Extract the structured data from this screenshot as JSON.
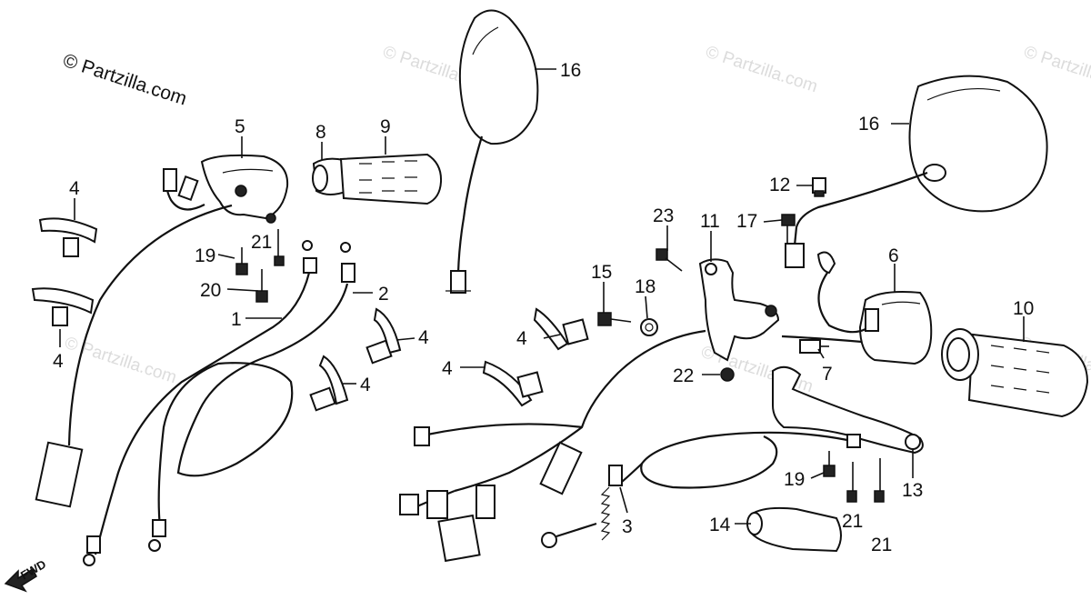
{
  "copyright": "© Partzilla.com",
  "watermark": "© Partzilla.com",
  "direction_label": "FWD",
  "callouts": [
    "1",
    "2",
    "3",
    "4",
    "5",
    "6",
    "7",
    "8",
    "9",
    "10",
    "11",
    "12",
    "13",
    "14",
    "15",
    "16",
    "17",
    "18",
    "19",
    "20",
    "21",
    "22",
    "23"
  ],
  "icons": {
    "direction": "fwd-arrow-icon"
  }
}
